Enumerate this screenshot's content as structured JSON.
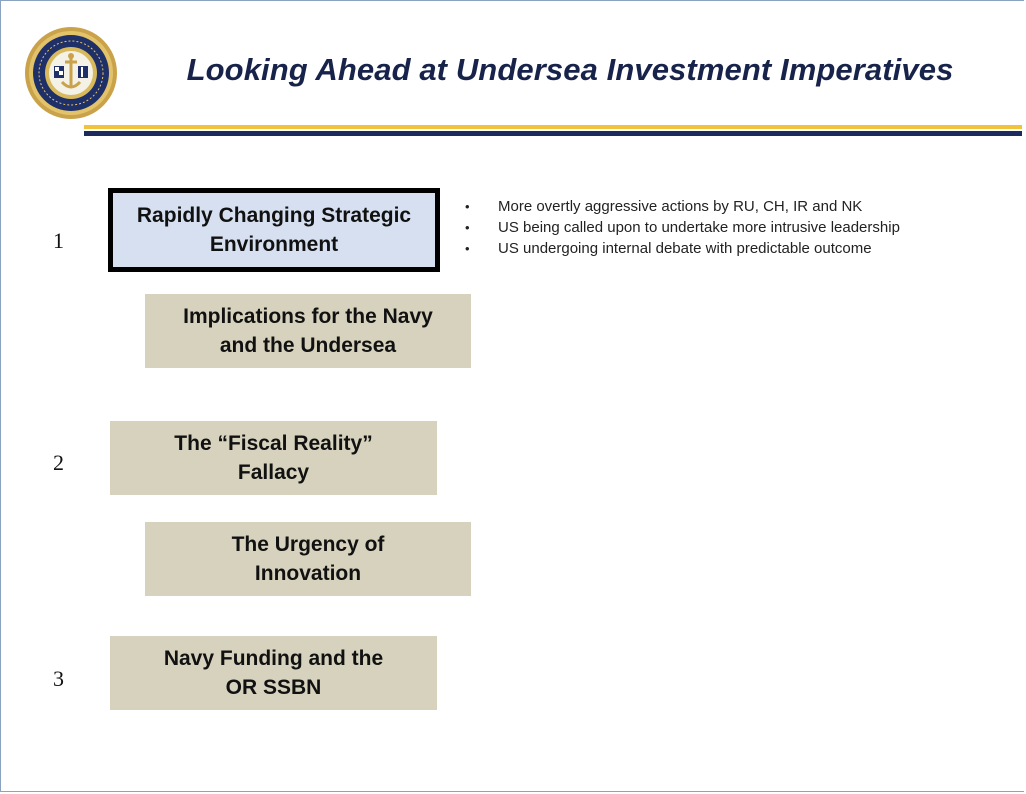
{
  "title": "Looking Ahead at Undersea Investment Imperatives",
  "colors": {
    "title": "#17234a",
    "gold_rule": "#f0c33a",
    "navy_rule": "#1d2b5c",
    "box_fill": "#d6d2bd",
    "active_box_fill": "#d6e0f0"
  },
  "seal": {
    "icon": "navy-seal-emblem-icon"
  },
  "sections": [
    {
      "number": "1",
      "label": "Rapidly Changing Strategic\nEnvironment",
      "active": true
    },
    {
      "number": "",
      "label": "Implications for the Navy\nand the Undersea",
      "active": false
    },
    {
      "number": "2",
      "label": "The “Fiscal Reality”\nFallacy",
      "active": false
    },
    {
      "number": "",
      "label": "The Urgency of\nInnovation",
      "active": false
    },
    {
      "number": "3",
      "label": "Navy Funding and the\nOR SSBN",
      "active": false
    }
  ],
  "bullets": [
    "More overtly aggressive actions by RU, CH, IR and NK",
    "US being called upon to undertake more intrusive leadership",
    "US undergoing internal debate with predictable outcome"
  ]
}
